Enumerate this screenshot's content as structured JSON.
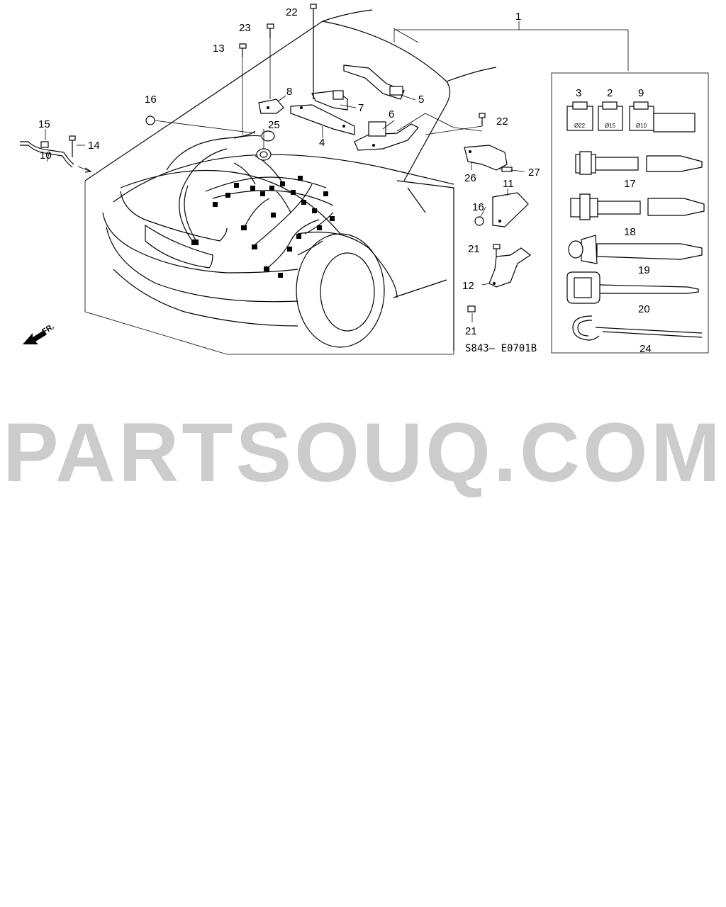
{
  "diagram": {
    "code": "S843— E0701B",
    "direction_label": "FR.",
    "callouts": [
      "1",
      "2",
      "3",
      "4",
      "5",
      "6",
      "7",
      "8",
      "9",
      "10",
      "11",
      "12",
      "13",
      "14",
      "15",
      "16",
      "16",
      "17",
      "18",
      "19",
      "20",
      "21",
      "21",
      "22",
      "22",
      "23",
      "24",
      "25",
      "26",
      "27"
    ],
    "connector_labels": [
      "Ø22",
      "Ø15",
      "Ø10"
    ]
  },
  "watermark": {
    "text": "PARTSOUQ.COM",
    "color": "#cccccc"
  }
}
